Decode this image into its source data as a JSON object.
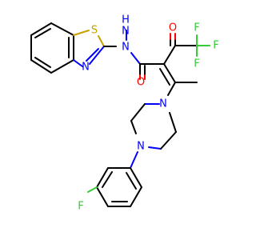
{
  "molecule": {
    "atom_labels": {
      "sulfur": "S",
      "thiazole_n": "N",
      "hydrazide_n": "N",
      "nh2_n": "N",
      "nh2_h": "H",
      "amide_o": "O",
      "ketone_o": "O",
      "f1": "F",
      "f2": "F",
      "f3": "F",
      "pip_n1": "N",
      "pip_n2": "N",
      "aryl_f": "F"
    },
    "colors": {
      "carbon_bond": "#000000",
      "nitrogen": "#0000ff",
      "oxygen": "#ff0000",
      "sulfur": "#c8a000",
      "fluorine": "#33cc33"
    }
  }
}
